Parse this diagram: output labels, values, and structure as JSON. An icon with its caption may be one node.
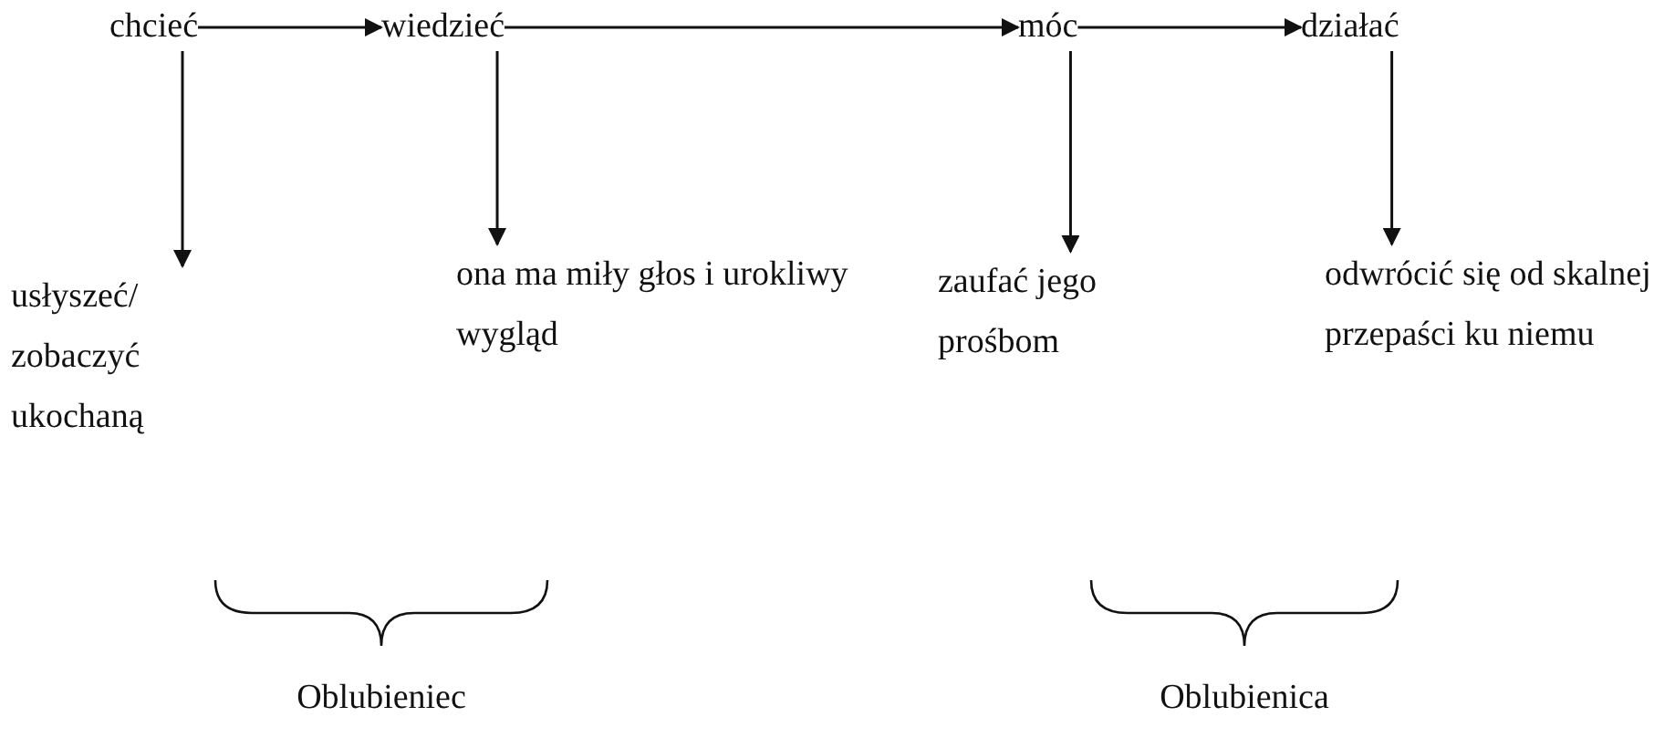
{
  "diagram": {
    "nodes": [
      {
        "text": [
          "chcieć"
        ]
      },
      {
        "text": [
          "wiedzieć"
        ]
      },
      {
        "text": [
          "móc"
        ]
      },
      {
        "text": [
          "działać"
        ]
      },
      {
        "text": [
          "usłyszeć/ zobaczyć ukochaną"
        ]
      },
      {
        "text": [
          "ona ma miły głos i urokliwy wygląd"
        ]
      },
      {
        "text": [
          "zaufać jego prośbom"
        ]
      },
      {
        "text": [
          "odwrócić się od skalnej przepaści ku niemu"
        ]
      }
    ],
    "edges": [
      {
        "from": 0,
        "to": 1,
        "arrow": "to"
      },
      {
        "from": 1,
        "to": 2,
        "arrow": "to"
      },
      {
        "from": 2,
        "to": 3,
        "arrow": "to"
      },
      {
        "from": 0,
        "to": 4,
        "arrow": "to"
      },
      {
        "from": 1,
        "to": 5,
        "arrow": "to"
      },
      {
        "from": 2,
        "to": 6,
        "arrow": "to"
      },
      {
        "from": 3,
        "to": 7,
        "arrow": "to"
      }
    ],
    "labels": [
      "Oblubieniec",
      "Oblubienica"
    ]
  }
}
